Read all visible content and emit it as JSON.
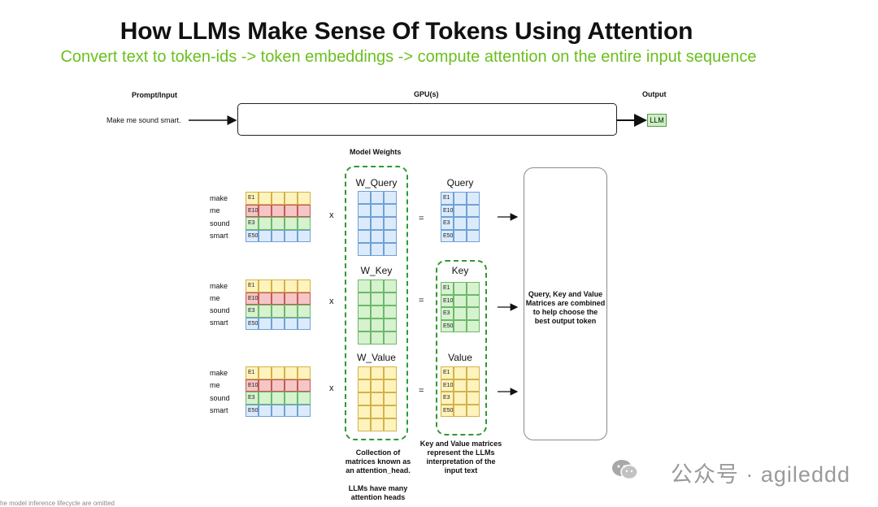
{
  "title": "How LLMs Make Sense Of Tokens Using Attention",
  "subtitle": "Convert text to token-ids -> token embeddings -> compute attention on the entire input sequence",
  "pipeline": {
    "prompt_header": "Prompt/Input",
    "gpu_header": "GPU(s)",
    "output_header": "Output",
    "prompt_text": "Make me sound smart.",
    "output_label": "LLM"
  },
  "model_weights_label": "Model Weights",
  "tokens": [
    "make",
    "me",
    "sound",
    "smart"
  ],
  "embedding_ids": [
    "E1",
    "E10",
    "E3",
    "E50"
  ],
  "operators": {
    "multiply": "x",
    "equals": "="
  },
  "weights": [
    "W_Query",
    "W_Key",
    "W_Value"
  ],
  "outputs": [
    "Query",
    "Key",
    "Value"
  ],
  "combine_text": "Query, Key and Value Matrices are combined to help choose the best output token",
  "note_attention_head": "Collection of matrices known as an attention_head.",
  "note_many_heads": "LLMs have many attention heads",
  "note_key_value": "Key and Value matrices represent the LLMs interpretation of the input text",
  "watermark": "公众号 · agileddd",
  "footnote": "he model inference lifecycle are omitted",
  "colors": {
    "accent_green": "#6abf1e",
    "dashed_green": "#2f9a2f",
    "yellow": "#fff3bd",
    "red": "#f6c5c5",
    "green": "#d6f2cf",
    "blue": "#dcebfb"
  }
}
